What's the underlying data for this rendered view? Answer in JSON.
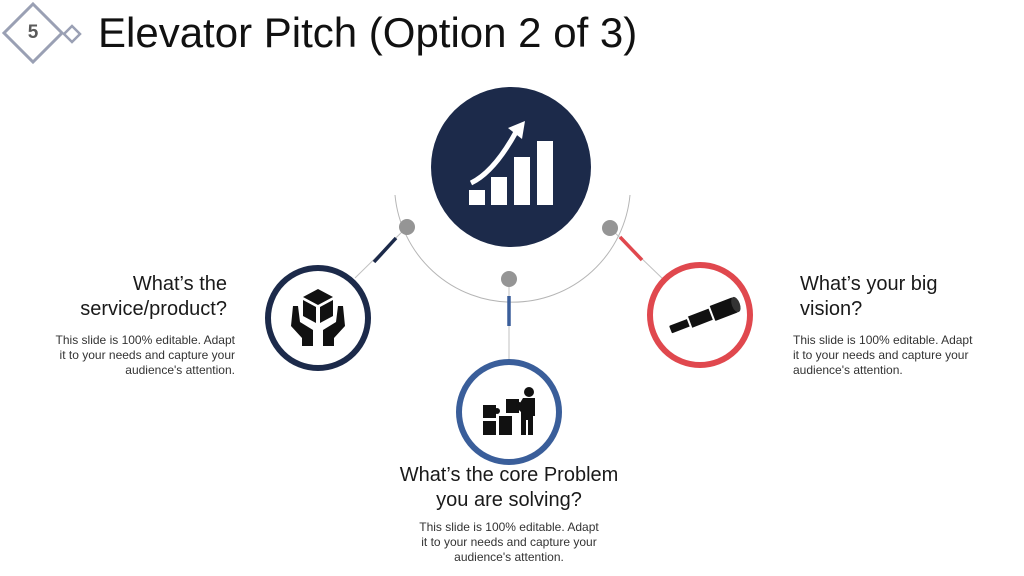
{
  "slide": {
    "number": "5",
    "title": "Elevator Pitch (Option 2 of 3)"
  },
  "items": [
    {
      "heading": "What’s the service/product?",
      "heading_line1": "What’s the",
      "heading_line2": "service/product?",
      "description_line1": "This slide is 100% editable. Adapt",
      "description_line2": "it to your needs and capture your",
      "description_line3": "audience's attention.",
      "icon": "hands-holding-box-icon",
      "color": "#1c2a4a"
    },
    {
      "heading_line1": "What’s the core Problem",
      "heading_line2": "you are solving?",
      "description_line1": "This slide is 100% editable. Adapt",
      "description_line2": "it to your needs and capture your",
      "description_line3": "audience's attention.",
      "icon": "person-puzzle-icon",
      "color": "#3a5e9a"
    },
    {
      "heading_line1": "What’s your big",
      "heading_line2": "vision?",
      "description_line1": "This slide is 100% editable. Adapt",
      "description_line2": "it to your needs and capture your",
      "description_line3": "audience's attention.",
      "icon": "telescope-icon",
      "color": "#e0484e"
    }
  ],
  "center_icon": "growth-chart-icon",
  "center_color": "#1c2a4a"
}
